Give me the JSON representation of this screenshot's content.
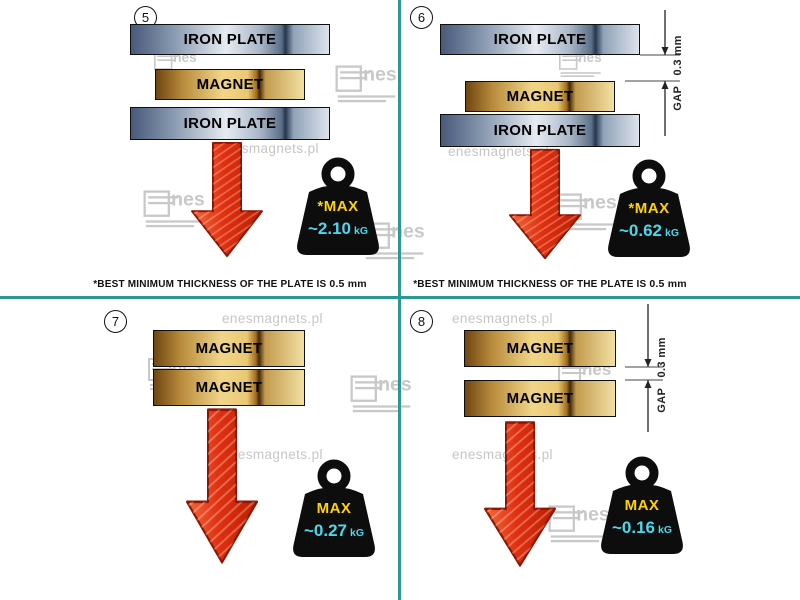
{
  "watermark": {
    "site": "enesmagnets.pl",
    "logo_text": "nes"
  },
  "dividers": {
    "color": "#2a9a90"
  },
  "colors": {
    "iron_plate_base": "#9fb0c4",
    "magnet_base": "#e5c06a",
    "arrow_red": "#e03010",
    "weight_black": "#0d0d0d",
    "max_yellow": "#ffd300",
    "value_cyan": "#4fd6e8"
  },
  "panels": [
    {
      "number": "5",
      "layers": [
        {
          "type": "iron",
          "label": "IRON PLATE"
        },
        {
          "type": "magnet",
          "label": "MAGNET"
        },
        {
          "type": "iron",
          "label": "IRON PLATE"
        }
      ],
      "weight": {
        "max_label": "*MAX",
        "value": "~2.10",
        "unit": "kG"
      },
      "note": {
        "text": "*BEST MINIMUM THICKNESS OF THE PLATE IS",
        "value": "0.5 mm"
      }
    },
    {
      "number": "6",
      "layers": [
        {
          "type": "iron",
          "label": "IRON PLATE"
        },
        {
          "type": "magnet",
          "label": "MAGNET"
        },
        {
          "type": "iron",
          "label": "IRON PLATE"
        }
      ],
      "gap_label": "GAP   0.3 mm",
      "weight": {
        "max_label": "*MAX",
        "value": "~0.62",
        "unit": "kG"
      },
      "note": {
        "text": "*BEST MINIMUM THICKNESS OF THE PLATE IS",
        "value": "0.5 mm"
      }
    },
    {
      "number": "7",
      "layers": [
        {
          "type": "magnet",
          "label": "MAGNET"
        },
        {
          "type": "magnet",
          "label": "MAGNET"
        }
      ],
      "weight": {
        "max_label": "MAX",
        "value": "~0.27",
        "unit": "kG"
      }
    },
    {
      "number": "8",
      "layers": [
        {
          "type": "magnet",
          "label": "MAGNET"
        },
        {
          "type": "magnet",
          "label": "MAGNET"
        }
      ],
      "gap_label": "GAP   0.3 mm",
      "weight": {
        "max_label": "MAX",
        "value": "~0.16",
        "unit": "kG"
      }
    }
  ]
}
